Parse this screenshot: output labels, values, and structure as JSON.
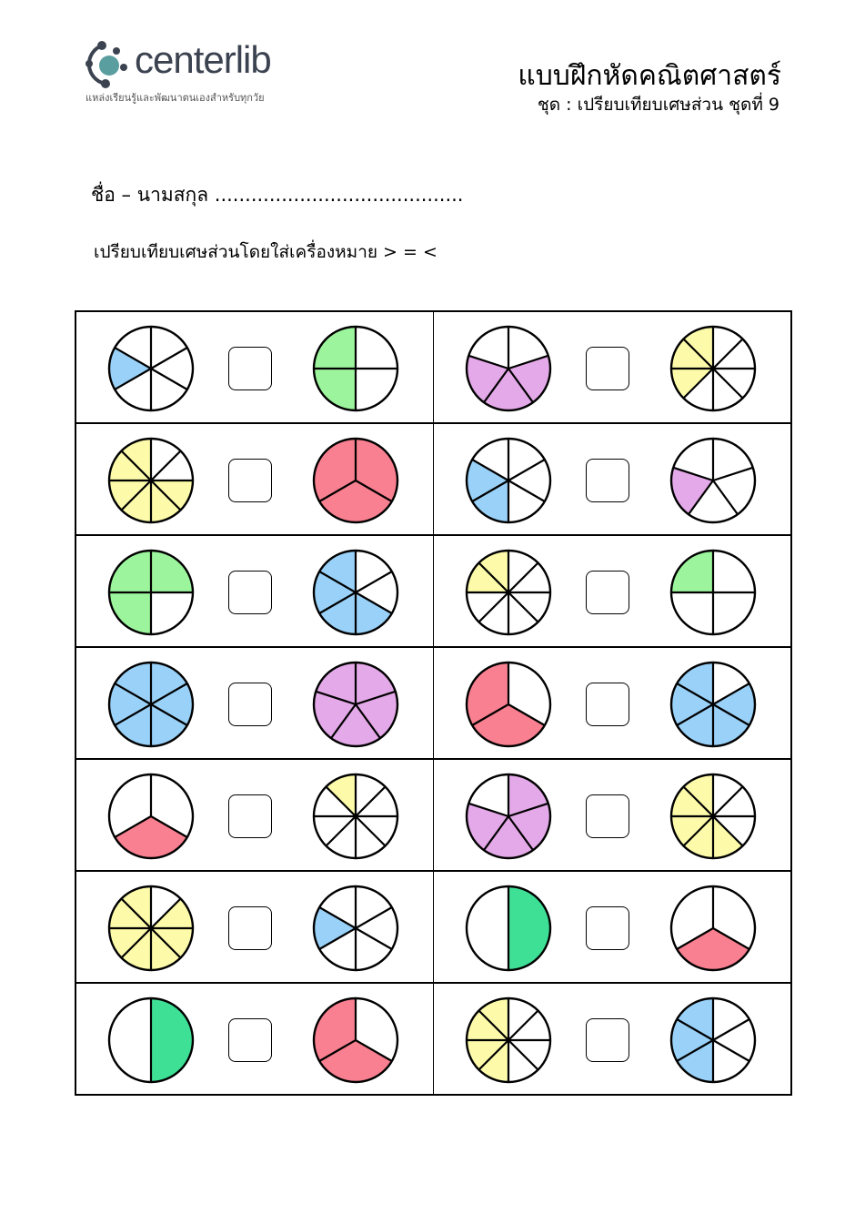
{
  "header": {
    "logo_text": "centerlib",
    "logo_tagline": "แหล่งเรียนรู้และพัฒนาตนเองสำหรับทุกวัย",
    "title": "แบบฝึกหัดคณิตศาสตร์",
    "subtitle": "ชุด : เปรียบเทียบเศษส่วน ชุดที่ 9"
  },
  "name_line": "ชื่อ – นามสกุล .........................................",
  "instruction": "เปรียบเทียบเศษส่วนโดยใส่เครื่องหมาย   >   =   <",
  "colors": {
    "blue": "#99d1f8",
    "green": "#9cf59c",
    "purple": "#e4a9e8",
    "yellow": "#fdfbaa",
    "red": "#f98090",
    "teal": "#3ee096",
    "logo_teal": "#5b9ea0"
  },
  "problems": [
    [
      {
        "left": {
          "slices": 6,
          "filled": [
            4
          ],
          "color": "blue"
        },
        "right": {
          "slices": 4,
          "filled": [
            2,
            3
          ],
          "color": "green"
        }
      },
      {
        "left": {
          "slices": 5,
          "filled": [
            1,
            2,
            3
          ],
          "color": "purple"
        },
        "right": {
          "slices": 8,
          "filled": [
            5,
            6,
            7
          ],
          "color": "yellow"
        }
      }
    ],
    [
      {
        "left": {
          "slices": 8,
          "filled": [
            2,
            3,
            4,
            5,
            6,
            7
          ],
          "color": "yellow"
        },
        "right": {
          "slices": 3,
          "filled": [
            0,
            1,
            2
          ],
          "color": "red"
        }
      },
      {
        "left": {
          "slices": 6,
          "filled": [
            3,
            4
          ],
          "color": "blue"
        },
        "right": {
          "slices": 5,
          "filled": [
            3
          ],
          "color": "purple"
        }
      }
    ],
    [
      {
        "left": {
          "slices": 4,
          "filled": [
            0,
            2,
            3
          ],
          "color": "green"
        },
        "right": {
          "slices": 6,
          "filled": [
            2,
            3,
            4,
            5
          ],
          "color": "blue"
        }
      },
      {
        "left": {
          "slices": 8,
          "filled": [
            6,
            7
          ],
          "color": "yellow"
        },
        "right": {
          "slices": 4,
          "filled": [
            3
          ],
          "color": "green"
        }
      }
    ],
    [
      {
        "left": {
          "slices": 6,
          "filled": [
            0,
            1,
            2,
            3,
            4,
            5
          ],
          "color": "blue"
        },
        "right": {
          "slices": 5,
          "filled": [
            0,
            1,
            2,
            3,
            4
          ],
          "color": "purple"
        }
      },
      {
        "left": {
          "slices": 3,
          "filled": [
            1,
            2
          ],
          "color": "red"
        },
        "right": {
          "slices": 6,
          "filled": [
            1,
            2,
            3,
            4,
            5
          ],
          "color": "blue"
        }
      }
    ],
    [
      {
        "left": {
          "slices": 3,
          "filled": [
            1
          ],
          "color": "red"
        },
        "right": {
          "slices": 8,
          "filled": [
            7
          ],
          "color": "yellow"
        }
      },
      {
        "left": {
          "slices": 5,
          "filled": [
            0,
            1,
            2,
            3
          ],
          "color": "purple"
        },
        "right": {
          "slices": 8,
          "filled": [
            3,
            4,
            5,
            6,
            7
          ],
          "color": "yellow"
        }
      }
    ],
    [
      {
        "left": {
          "slices": 8,
          "filled": [
            1,
            2,
            3,
            4,
            5,
            6,
            7
          ],
          "color": "yellow"
        },
        "right": {
          "slices": 6,
          "filled": [
            4
          ],
          "color": "blue"
        }
      },
      {
        "left": {
          "slices": 2,
          "filled": [
            0
          ],
          "color": "teal"
        },
        "right": {
          "slices": 3,
          "filled": [
            1
          ],
          "color": "red"
        }
      }
    ],
    [
      {
        "left": {
          "slices": 2,
          "filled": [
            0
          ],
          "color": "teal"
        },
        "right": {
          "slices": 3,
          "filled": [
            1,
            2
          ],
          "color": "red"
        }
      },
      {
        "left": {
          "slices": 8,
          "filled": [
            4,
            5,
            6,
            7
          ],
          "color": "yellow"
        },
        "right": {
          "slices": 6,
          "filled": [
            3,
            4,
            5
          ],
          "color": "blue"
        }
      }
    ]
  ]
}
